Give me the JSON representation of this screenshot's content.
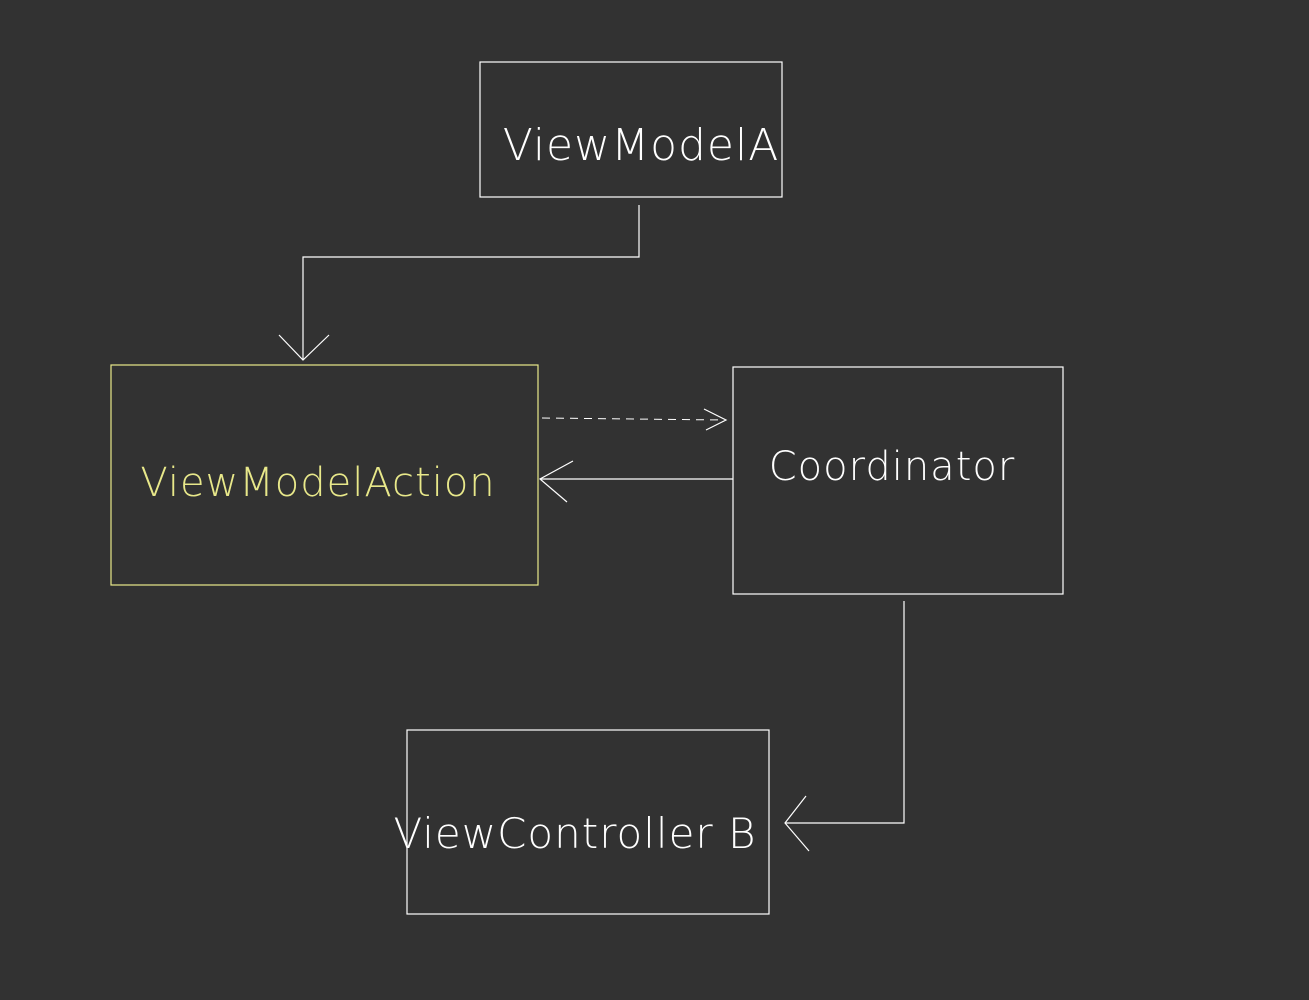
{
  "diagram": {
    "background": "#323232",
    "line_color": "#ffffff",
    "highlight_color": "#e8e88a",
    "nodes": {
      "view_model_a": {
        "label": "ViewModelA"
      },
      "view_model_action": {
        "label": "ViewModelAction",
        "highlighted": true
      },
      "coordinator": {
        "label": "Coordinator"
      },
      "view_controller_b": {
        "label": "ViewController B"
      }
    },
    "edges": [
      {
        "from": "ViewModelA",
        "to": "ViewModelAction",
        "style": "solid"
      },
      {
        "from": "ViewModelAction",
        "to": "Coordinator",
        "style": "dashed"
      },
      {
        "from": "Coordinator",
        "to": "ViewModelAction",
        "style": "solid"
      },
      {
        "from": "Coordinator",
        "to": "ViewController B",
        "style": "solid"
      }
    ]
  }
}
